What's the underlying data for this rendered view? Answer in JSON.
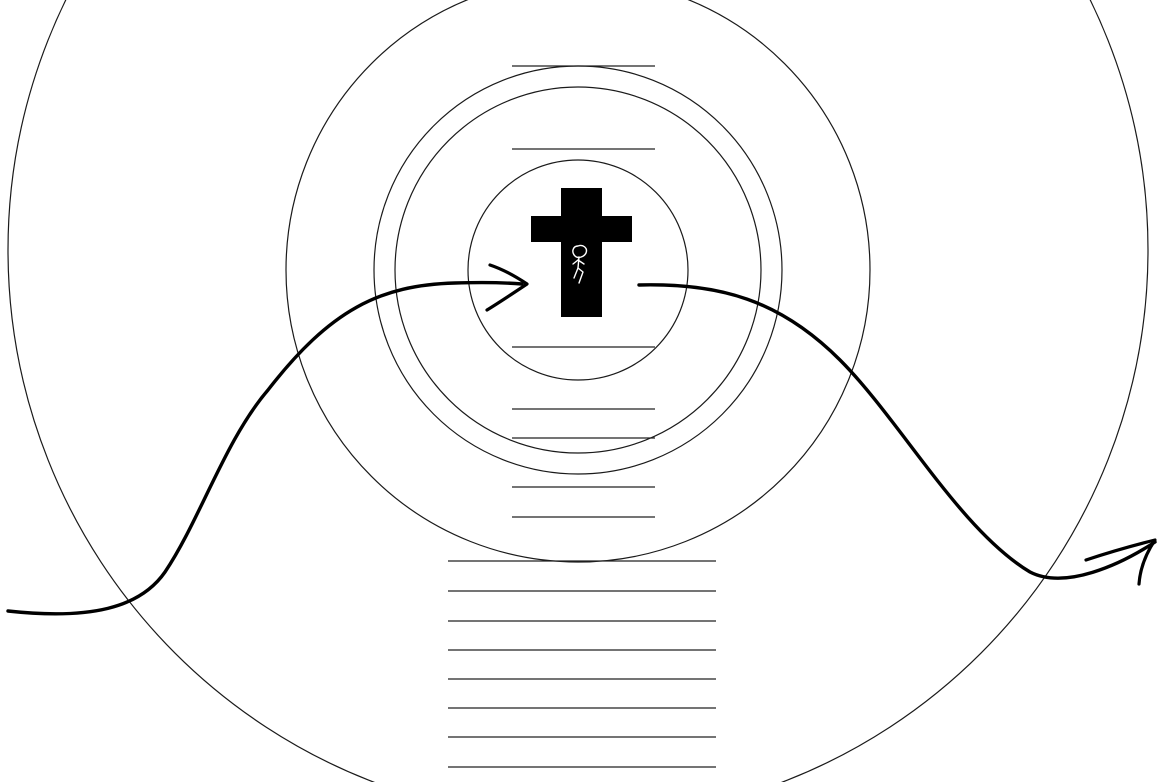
{
  "diagram": {
    "kind": "concentric-circles-with-journey-path",
    "ring_count": 5,
    "center_symbol": "cross-icon",
    "center_figure": "stick-figure-icon",
    "upper_blank_line_count": 2,
    "middle_blank_line_count": 5,
    "lower_blank_line_count": 8,
    "line_color": "#000000",
    "background_color": "#ffffff"
  }
}
